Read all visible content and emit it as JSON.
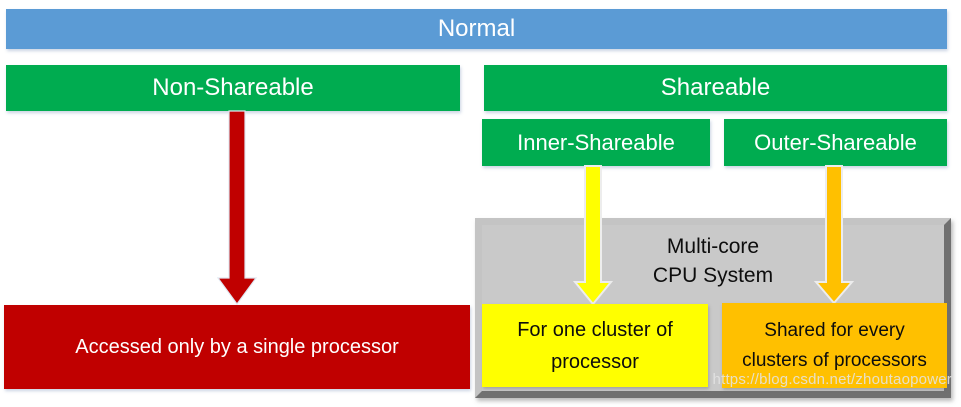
{
  "diagram": {
    "title_node": {
      "label": "Normal"
    },
    "branches": {
      "non_shareable": {
        "label": "Non-Shareable"
      },
      "shareable": {
        "label": "Shareable"
      },
      "inner_shareable": {
        "label": "Inner-Shareable"
      },
      "outer_shareable": {
        "label": "Outer-Shareable"
      }
    },
    "cpu_system": {
      "label_line1": "Multi-core",
      "label_line2": "CPU System"
    },
    "results": {
      "non_shareable": {
        "label": "Accessed only by a single processor"
      },
      "inner_shareable": {
        "label": "For one cluster of processor"
      },
      "outer_shareable": {
        "label": "Shared for every clusters of processors"
      }
    }
  },
  "colors": {
    "blue": "#5B9BD5",
    "green": "#00AC50",
    "red": "#C00000",
    "yellow": "#FFFF00",
    "orange": "#FFC000",
    "gray_fill": "#C9C9C9",
    "arrow_outline": "#EDEDED",
    "red_arrow_outline": "#DFE7F1"
  },
  "watermark": "https://blog.csdn.net/zhoutaopower"
}
